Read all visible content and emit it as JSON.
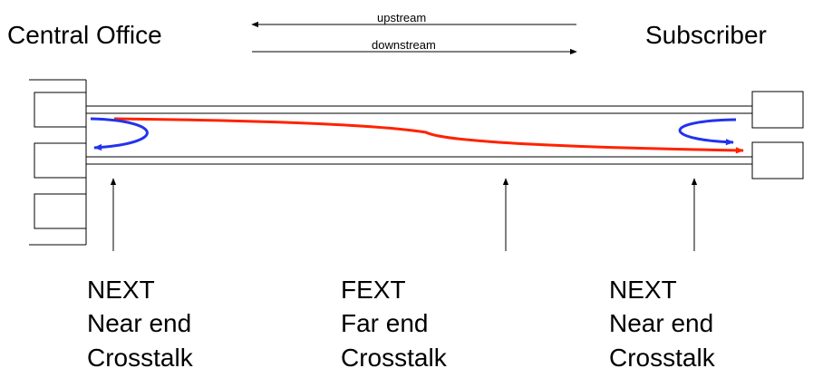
{
  "endpoints": {
    "left": "Central Office",
    "right": "Subscriber"
  },
  "directions": {
    "upstream": "upstream",
    "downstream": "downstream"
  },
  "crosstalk": [
    {
      "lines": [
        "NEXT",
        "Near end",
        "Crosstalk"
      ]
    },
    {
      "lines": [
        "FEXT",
        "Far end",
        "Crosstalk"
      ]
    },
    {
      "lines": [
        "NEXT",
        "Near end",
        "Crosstalk"
      ]
    }
  ],
  "colors": {
    "signal": "#ff2200",
    "crosstalk": "#2233ee",
    "line": "#000000"
  }
}
